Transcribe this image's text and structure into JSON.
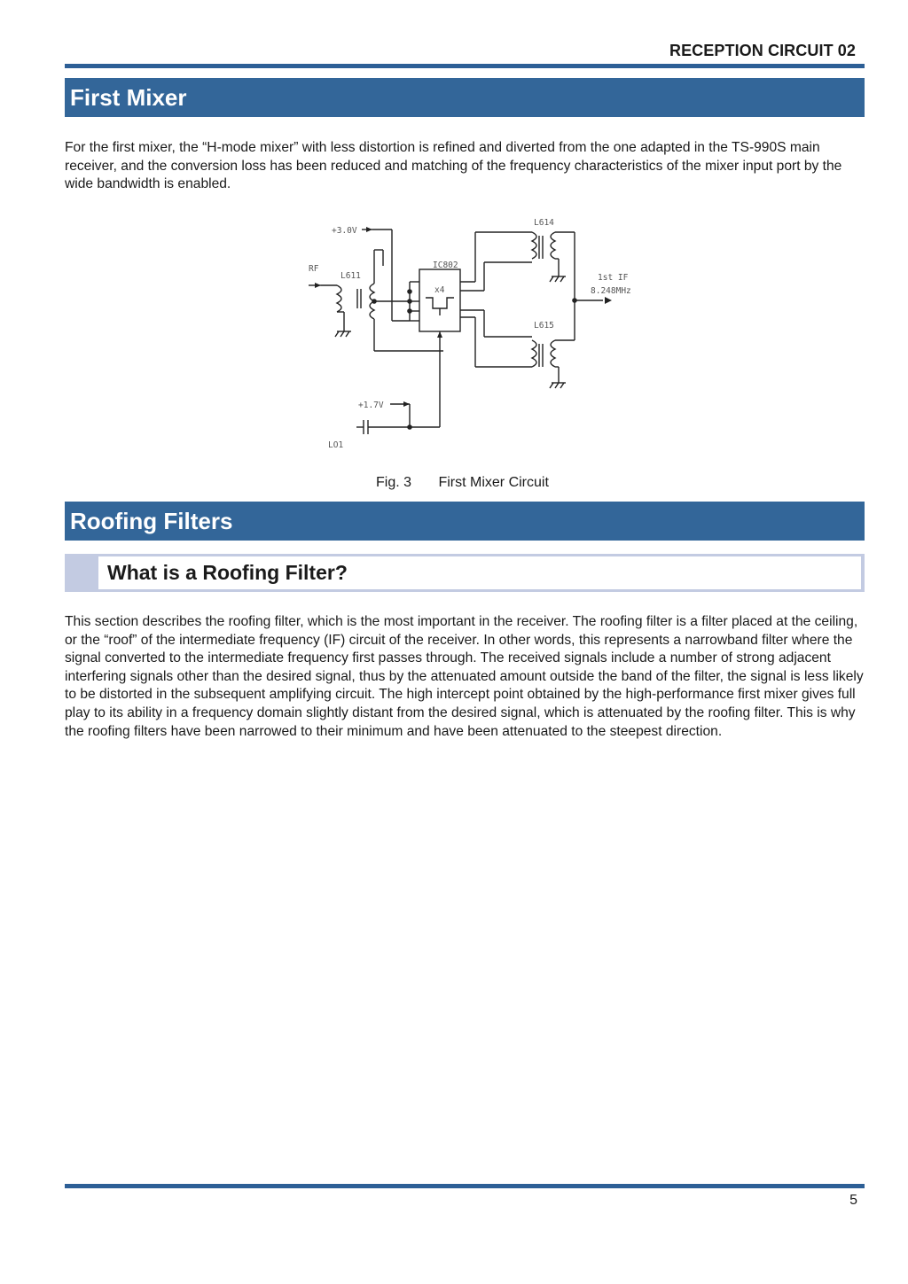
{
  "header": {
    "label": "RECEPTION CIRCUIT  02"
  },
  "sections": {
    "first_mixer": {
      "title": "First Mixer",
      "paragraph": "For the first mixer, the “H-mode mixer” with less distortion is refined and diverted from the one adapted in the TS-990S main receiver, and the conversion loss has been reduced and matching of the frequency characteristics of the mixer input port by the wide bandwidth is enabled.",
      "figure": {
        "labels": {
          "v30": "+3.0V",
          "rf": "RF",
          "l611": "L611",
          "ic802": "IC802",
          "x4": "x4",
          "l614": "L614",
          "l615": "L615",
          "if_line1": "1st IF",
          "if_line2": "8.248MHz",
          "v17": "+1.7V",
          "lo1": "LO1"
        },
        "caption_number": "Fig. 3",
        "caption_title": "First Mixer Circuit"
      }
    },
    "roofing_filters": {
      "title": "Roofing Filters",
      "subtitle": "What is a Roofing Filter?",
      "paragraph": "This section describes the roofing filter, which is the most important in the receiver. The roofing filter is a filter placed at the ceiling, or the “roof” of the intermediate frequency (IF) circuit of the receiver. In other words, this represents a narrowband filter where the signal converted to the intermediate frequency first passes through. The received signals include a number of strong adjacent interfering signals other than the desired signal, thus by the attenuated amount outside the band of the filter, the signal is less likely to be distorted in the subsequent amplifying circuit. The high intercept point obtained by the high-performance first mixer gives full play to its ability in a frequency domain slightly distant from the desired signal, which is attenuated by the roofing filter. This is why the roofing filters have been narrowed to their minimum and have been attenuated to the steepest direction."
    }
  },
  "footer": {
    "page_number": "5"
  },
  "colors": {
    "section_bar": "#336699",
    "rule": "#2d5f96",
    "subsection_accent": "#c3cbe2"
  }
}
